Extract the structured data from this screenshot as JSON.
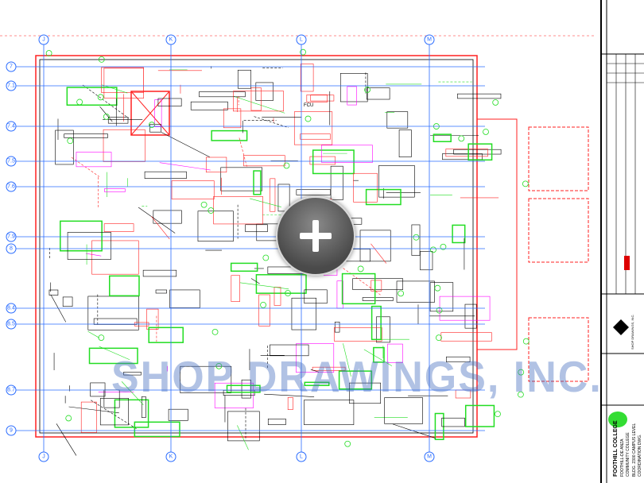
{
  "drawing": {
    "watermark": "SHOP DRAWINGS, INC.",
    "column_grid": [
      "J",
      "K",
      "L",
      "M"
    ],
    "row_grid": [
      "7",
      "7.1",
      "7.4",
      "7.5",
      "7.6",
      "7.9",
      "8",
      "8.4",
      "8.5",
      "8.7",
      "9"
    ],
    "equipment_label": "FCU"
  },
  "title_block": {
    "client": "FOOTHILL COLLEGE",
    "district": "FOOTHILL-DE ANZA",
    "district2": "COMMUNITY COLLEGE",
    "sheet_title": "BLDG. 2300 CAMPUS LEVEL",
    "sheet_subtitle": "COORDINATION DWG.",
    "firm": "SHOP DRAWINGS, INC."
  },
  "controls": {
    "zoom_icon": "plus-icon"
  },
  "colors": {
    "grid": "#2a6cff",
    "piping": "#ff2020",
    "equipment": "#22dd22",
    "ducts": "#000000",
    "fixtures": "#ff00ff"
  }
}
